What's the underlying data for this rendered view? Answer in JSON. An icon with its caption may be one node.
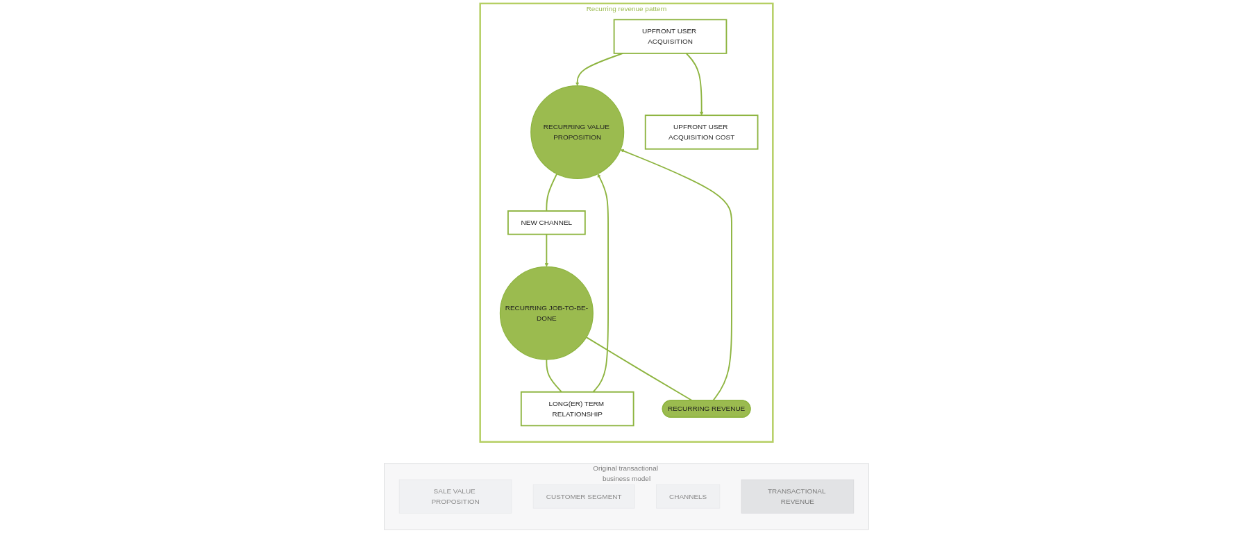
{
  "diagram": {
    "nodes": [
      {
        "text": [
          "Original transactional business model"
        ]
      },
      {
        "text": [
          "SALE VALUE PROPOSITION"
        ],
        "in": 0
      },
      {
        "text": [
          "CUSTOMER SEGMENT"
        ],
        "in": 0
      },
      {
        "text": [
          "CHANNELS"
        ],
        "in": 0
      },
      {
        "text": [
          "TRANSACTIONAL REVENUE"
        ],
        "in": 0
      },
      {
        "text": [
          "Recurring revenue pattern"
        ]
      },
      {
        "text": [
          "UPFRONT USER ACQUISITION"
        ],
        "in": 5
      },
      {
        "text": [
          "LONG(ER) TERM RELATIONSHIP"
        ],
        "in": 5
      },
      {
        "text": [
          "RECURRING JOB-TO-BE-DONE"
        ],
        "in": 5
      },
      {
        "text": [
          "RECURRING VALUE PROPOSITION"
        ],
        "in": 5
      },
      {
        "text": [
          "NEW CHANNEL"
        ],
        "in": 5
      },
      {
        "text": [
          "RECURRING REVENUE"
        ],
        "in": 5
      },
      {
        "text": [
          "UPFRONT USER ACQUISITION COST"
        ],
        "in": 5
      }
    ],
    "edges": [
      {
        "from": 6,
        "to": 9,
        "arrow": "to"
      },
      {
        "from": 7,
        "to": 9,
        "arrow": "to"
      },
      {
        "from": 8,
        "to": 7,
        "arrow": "none"
      },
      {
        "from": 9,
        "to": 10,
        "arrow": "none"
      },
      {
        "from": 10,
        "to": 8,
        "arrow": "to"
      },
      {
        "from": 8,
        "to": 11,
        "arrow": "none"
      },
      {
        "from": 11,
        "to": 9,
        "arrow": "to"
      },
      {
        "from": 6,
        "to": 12,
        "arrow": "to"
      }
    ]
  }
}
